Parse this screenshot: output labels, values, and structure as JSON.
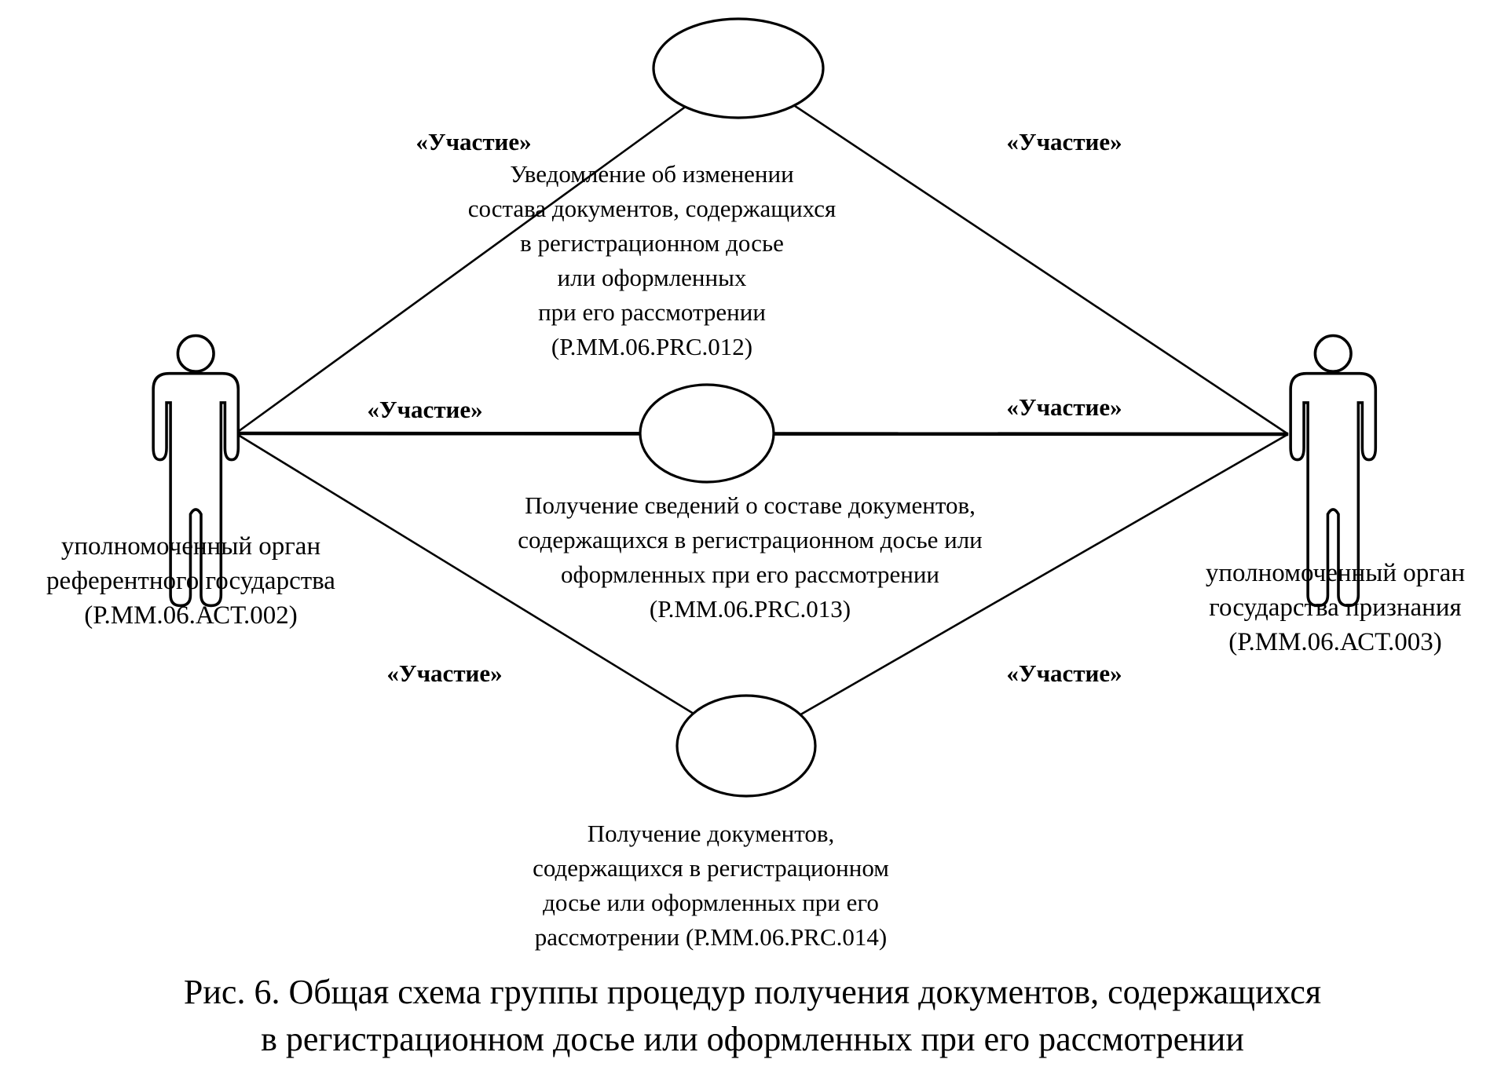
{
  "figure": {
    "caption_line1": "Рис. 6. Общая схема группы процедур получения документов, содержащихся",
    "caption_line2": "в регистрационном досье или оформленных при его рассмотрении"
  },
  "diagram": {
    "stereotype_label": "«Участие»",
    "actors": [
      {
        "side": "left",
        "label_lines": [
          "уполномоченный орган",
          "референтного государства",
          "(Р.ММ.06.АСТ.002)"
        ]
      },
      {
        "side": "right",
        "label_lines": [
          "уполномоченный орган",
          "государства признания",
          "(Р.ММ.06.АСТ.003)"
        ]
      }
    ],
    "use_cases": [
      {
        "id": "Р.ММ.06.PRC.012",
        "lines": [
          "Уведомление об изменении",
          "состава документов, содержащихся",
          "в регистрационном досье",
          "или оформленных",
          "при его рассмотрении",
          "(Р.ММ.06.PRC.012)"
        ]
      },
      {
        "id": "Р.ММ.06.PRC.013",
        "lines": [
          "Получение сведений о составе документов,",
          "содержащихся в регистрационном досье или",
          "оформленных при его рассмотрении",
          "(Р.ММ.06.PRC.013)"
        ]
      },
      {
        "id": "Р.ММ.06.PRC.014",
        "lines": [
          "Получение документов,",
          "содержащихся в регистрационном",
          "досье или оформленных при его",
          "рассмотрении (Р.ММ.06.PRC.014)"
        ]
      }
    ]
  },
  "colors": {
    "ink": "#000000",
    "background": "#ffffff"
  }
}
